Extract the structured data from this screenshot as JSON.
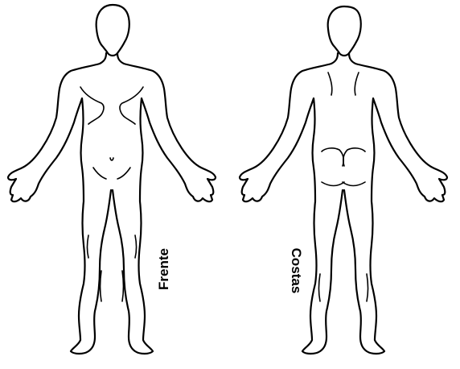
{
  "labels": {
    "front": "Frente",
    "back": "Costas"
  },
  "figures": [
    {
      "view": "front",
      "label_key": "front"
    },
    {
      "view": "back",
      "label_key": "back"
    }
  ],
  "colors": {
    "line": "#000000",
    "background": "#ffffff"
  }
}
